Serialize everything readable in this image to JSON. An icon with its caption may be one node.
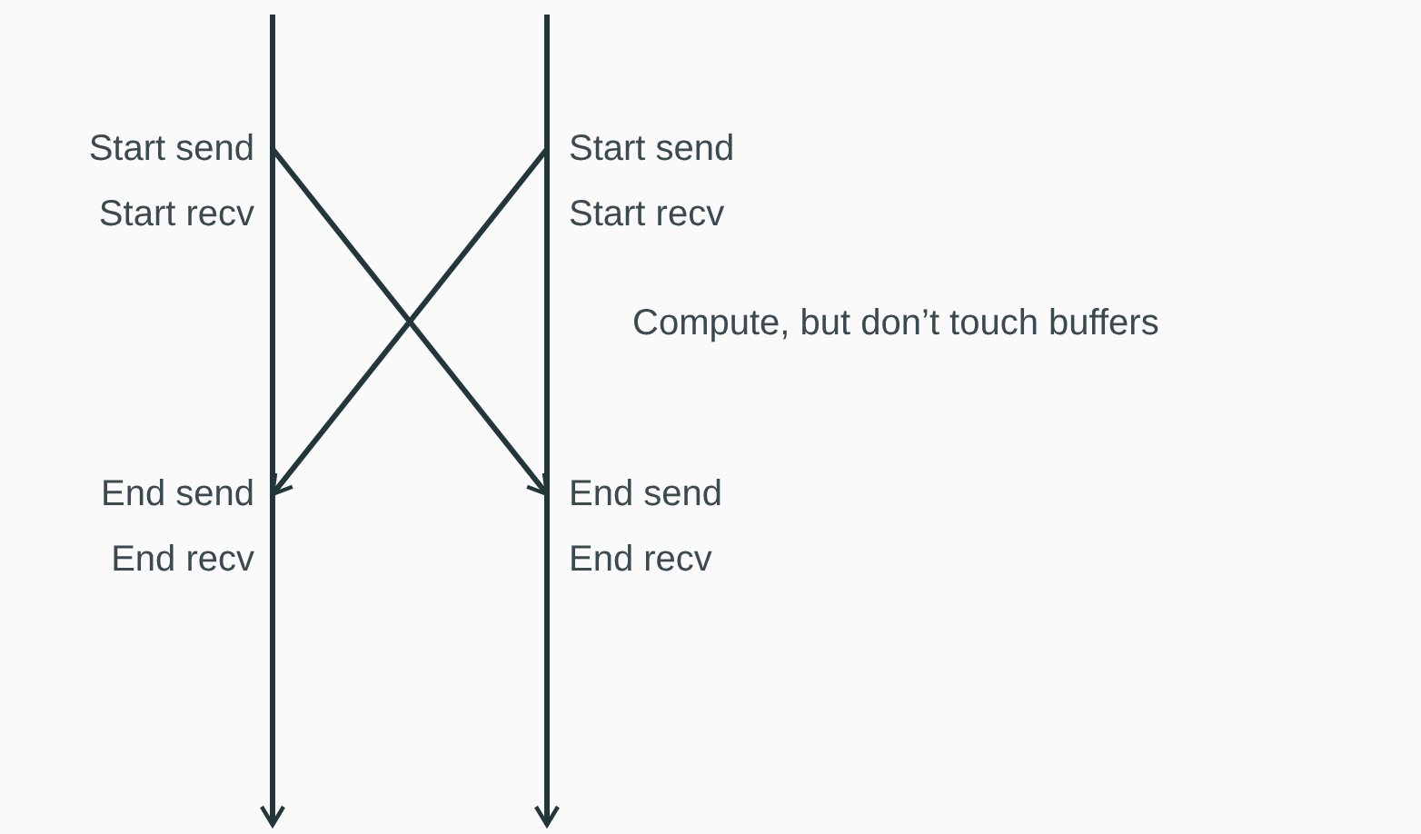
{
  "diagram": {
    "nodes": [
      {
        "text": [
          "Start send",
          "Start recv"
        ]
      },
      {
        "text": [
          "Start send",
          "Start recv"
        ]
      },
      {
        "text": [
          "End send",
          "End recv"
        ]
      },
      {
        "text": [
          "End send",
          "End recv"
        ]
      }
    ],
    "edges": [
      {
        "from": 0,
        "to": 3,
        "arrow": "to"
      },
      {
        "from": 1,
        "to": 2,
        "arrow": "to"
      }
    ],
    "labels": [
      "Compute, but don’t touch buffers"
    ]
  }
}
